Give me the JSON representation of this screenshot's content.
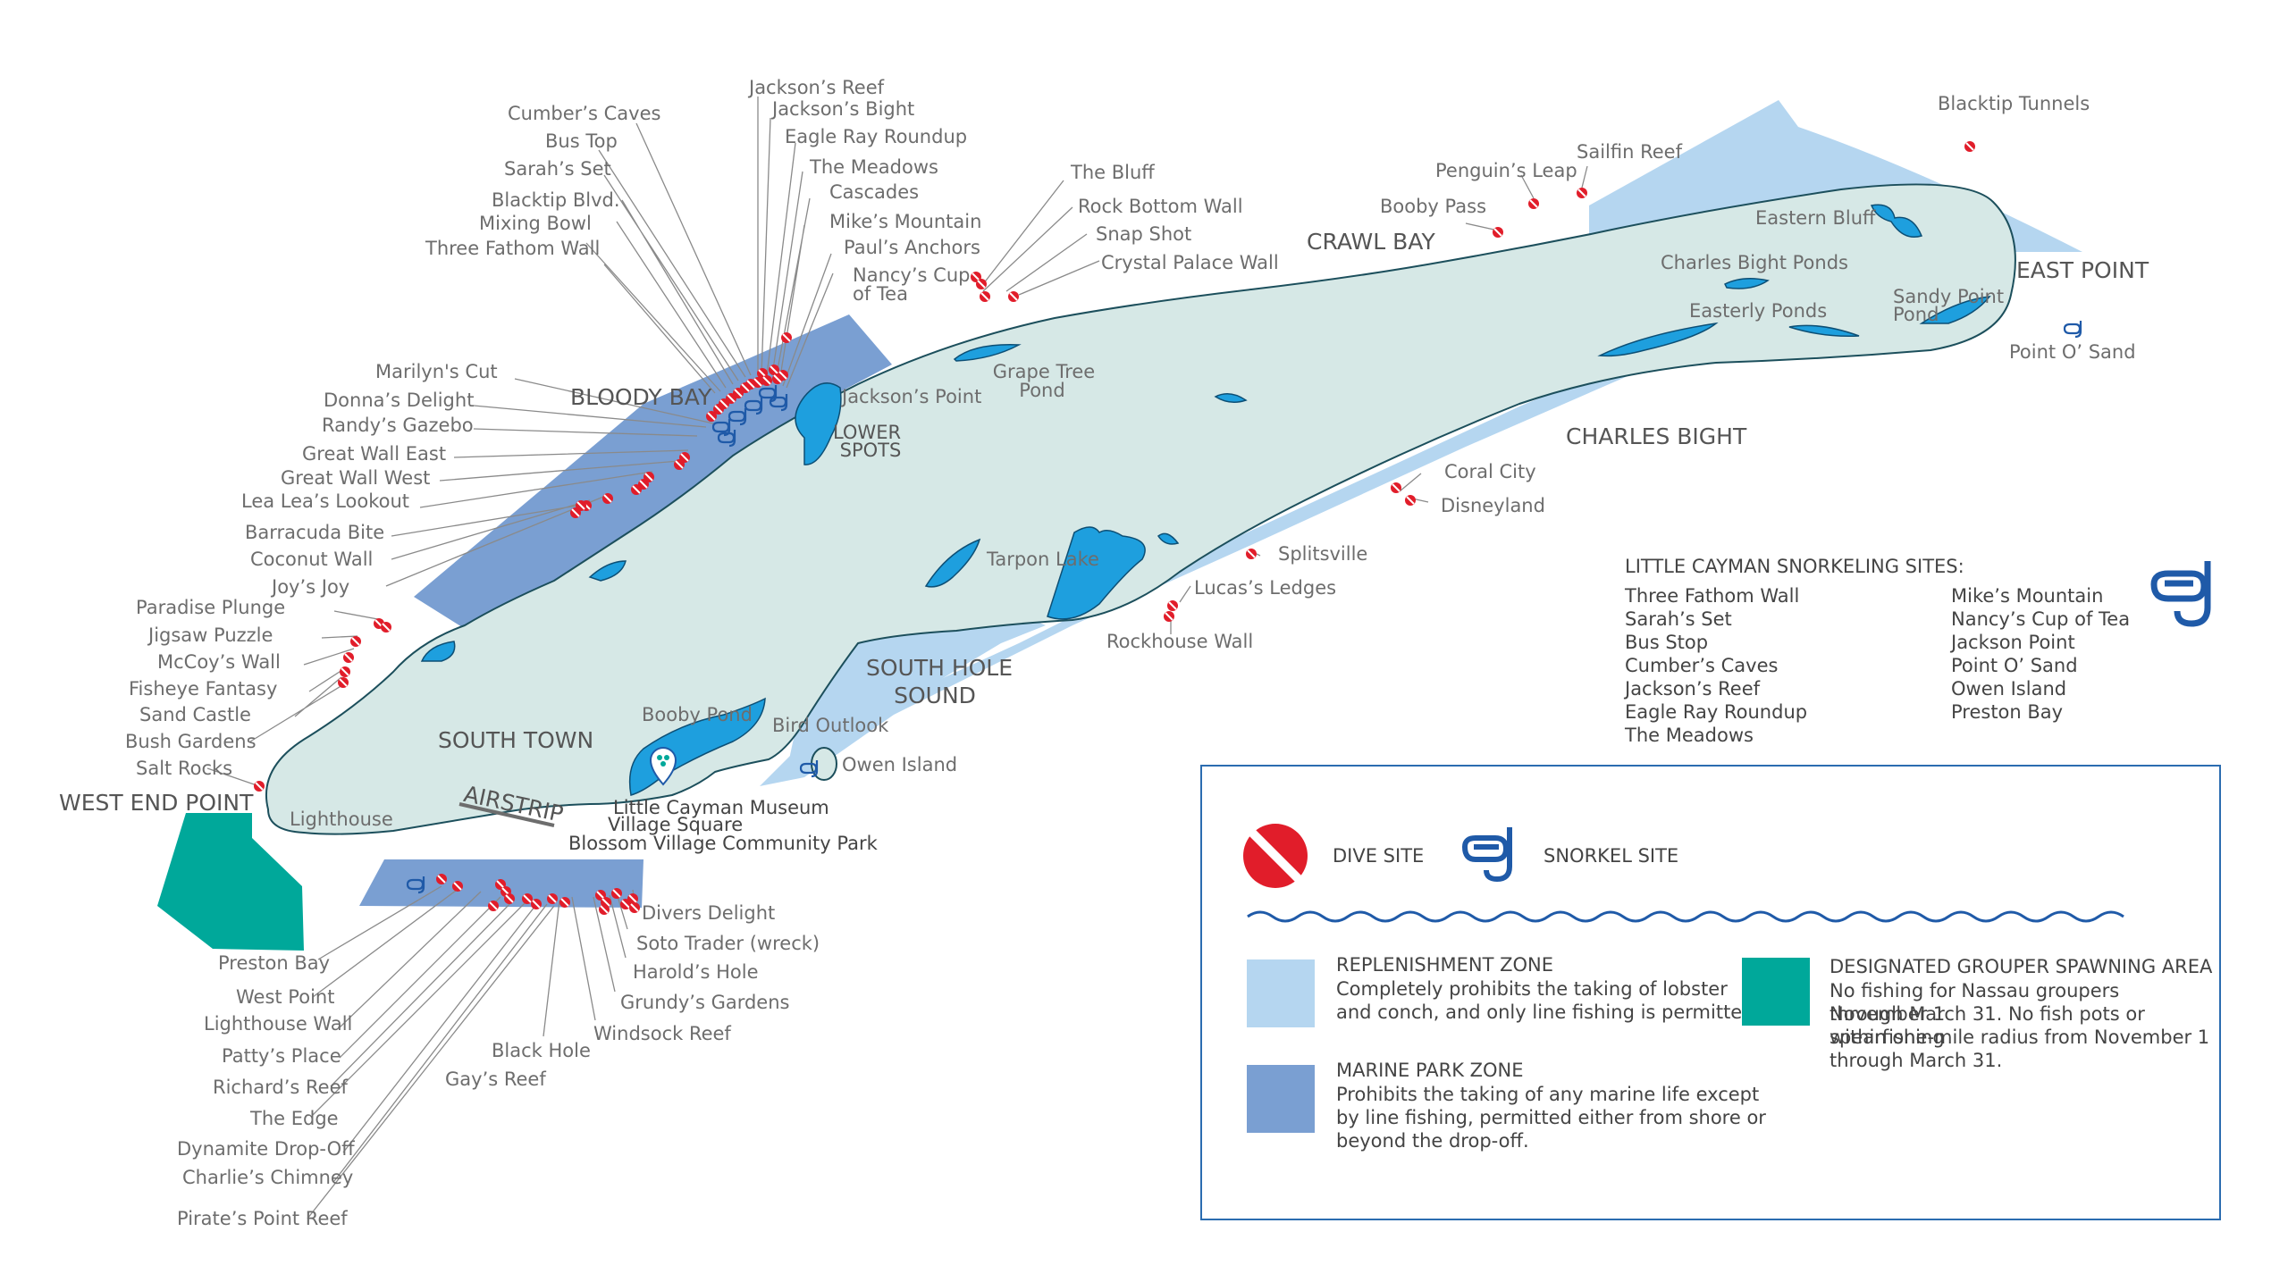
{
  "colors": {
    "land": "#d6e8e6",
    "land_border": "#1c4f5c",
    "pond": "#1e9fde",
    "replenishment": "#b5d6f0",
    "marine_park": "#7a9fd2",
    "grouper": "#00a89a",
    "dive_red": "#e11d2a",
    "snorkel_blue": "#1f5aa8",
    "legend_border": "#2b6cb0"
  },
  "areas": {
    "bloody_bay": "BLOODY BAY",
    "crawl_bay": "CRAWL BAY",
    "east_point": "EAST POINT",
    "charles_bight": "CHARLES BIGHT",
    "west_end_point": "WEST END POINT",
    "south_town": "SOUTH TOWN",
    "south_hole_sound_1": "SOUTH HOLE",
    "south_hole_sound_2": "SOUND",
    "lower_spots_1": "LOWER",
    "lower_spots_2": "SPOTS",
    "airstrip": "AIRSTRIP"
  },
  "dive_sites": {
    "jacksons_reef": "Jackson’s Reef",
    "jacksons_bight": "Jackson’s Bight",
    "eagle_ray_roundup": "Eagle Ray Roundup",
    "the_meadows": "The Meadows",
    "cascades": "Cascades",
    "mikes_mountain": "Mike’s Mountain",
    "pauls_anchors": "Paul’s Anchors",
    "nancys_cup_1": "Nancy’s Cup",
    "nancys_cup_2": "of Tea",
    "cumbers_caves": "Cumber’s Caves",
    "bus_top": "Bus Top",
    "sarahs_set": "Sarah’s Set",
    "blacktip_blvd": "Blacktip Blvd.",
    "mixing_bowl": "Mixing Bowl",
    "three_fathom_wall": "Three Fathom Wall",
    "the_bluff": "The Bluff",
    "rock_bottom_wall": "Rock Bottom Wall",
    "snap_shot": "Snap Shot",
    "crystal_palace_wall": "Crystal Palace Wall",
    "penguins_leap": "Penguin’s Leap",
    "sailfin_reef": "Sailfin Reef",
    "booby_pass": "Booby Pass",
    "blacktip_tunnels": "Blacktip Tunnels",
    "marilyns_cut": "Marilyn's Cut",
    "donnas_delight": "Donna’s Delight",
    "randys_gazebo": "Randy’s Gazebo",
    "great_wall_east": "Great Wall East",
    "great_wall_west": "Great Wall West",
    "lea_leas_lookout": "Lea Lea’s Lookout",
    "barracuda_bite": "Barracuda Bite",
    "coconut_wall": "Coconut Wall",
    "joys_joy": "Joy’s Joy",
    "paradise_plunge": "Paradise Plunge",
    "jigsaw_puzzle": "Jigsaw Puzzle",
    "mccoys_wall": "McCoy’s Wall",
    "fisheye_fantasy": "Fisheye Fantasy",
    "sand_castle": "Sand Castle",
    "bush_gardens": "Bush Gardens",
    "salt_rocks": "Salt Rocks",
    "coral_city": "Coral City",
    "disneyland": "Disneyland",
    "splitsville": "Splitsville",
    "lucas_ledges": "Lucas’s Ledges",
    "rockhouse_wall": "Rockhouse Wall",
    "divers_delight": "Divers Delight",
    "soto_trader": "Soto Trader (wreck)",
    "harolds_hole": "Harold’s Hole",
    "grundys_gardens": "Grundy’s Gardens",
    "windsock_reef": "Windsock Reef",
    "black_hole": "Black Hole",
    "gays_reef": "Gay’s Reef",
    "preston_bay": "Preston Bay",
    "west_point": "West Point",
    "lighthouse_wall": "Lighthouse Wall",
    "pattys_place": "Patty’s Place",
    "richards_reef": "Richard’s Reef",
    "the_edge": "The Edge",
    "dynamite_dropoff": "Dynamite Drop-Off",
    "charlies_chimney": "Charlie’s Chimney",
    "pirates_point_reef": "Pirate’s Point Reef"
  },
  "places": {
    "jacksons_point": "Jackson’s Point",
    "grape_tree_pond_1": "Grape Tree",
    "grape_tree_pond_2": "Pond",
    "tarpon_lake": "Tarpon Lake",
    "booby_pond": "Booby Pond",
    "bird_outlook": "Bird Outlook",
    "owen_island": "Owen Island",
    "little_cayman_museum": "Little Cayman Museum",
    "village_square": "Village Square",
    "blossom_village_park": "Blossom Village Community Park",
    "lighthouse": "Lighthouse",
    "eastern_bluff": "Eastern Bluff",
    "charles_bight_ponds": "Charles Bight Ponds",
    "easterly_ponds": "Easterly Ponds",
    "sandy_point_pond_1": "Sandy Point",
    "sandy_point_pond_2": "Pond",
    "point_o_sand": "Point O’ Sand"
  },
  "snorkeling": {
    "heading": "LITTLE CAYMAN SNORKELING SITES:",
    "col1": [
      "Three Fathom Wall",
      "Sarah’s Set",
      "Bus Stop",
      "Cumber’s Caves",
      "Jackson’s Reef",
      "Eagle Ray Roundup",
      "The Meadows"
    ],
    "col2": [
      "Mike’s Mountain",
      "Nancy’s Cup of Tea",
      "Jackson Point",
      "Point O’ Sand",
      "Owen Island",
      "Preston Bay"
    ]
  },
  "legend": {
    "dive_site": "DIVE SITE",
    "snorkel_site": "SNORKEL SITE",
    "replenishment_title": "REPLENISHMENT ZONE",
    "replenishment_text_1": "Completely prohibits the taking of lobster",
    "replenishment_text_2": "and conch, and only line fishing is permitted",
    "marine_title": "MARINE PARK ZONE",
    "marine_text_1": "Prohibits the taking of any marine life except",
    "marine_text_2": "by line fishing, permitted either from shore or",
    "marine_text_3": "beyond the drop-off.",
    "grouper_title": "DESIGNATED GROUPER SPAWNING AREA",
    "grouper_text_1": "No fishing for Nassau groupers November 1",
    "grouper_text_2": "through March 31. No fish pots or spearfishing",
    "grouper_text_3": "within one-mile radius from November 1",
    "grouper_text_4": "through March 31."
  }
}
